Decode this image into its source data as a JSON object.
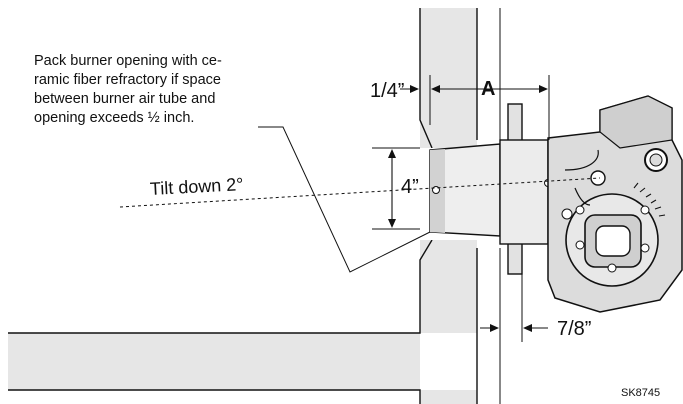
{
  "annotation": {
    "note": "Pack burner opening with ce-\nramic fiber refractory if space\nbetween burner air tube and\nopening exceeds ½ inch."
  },
  "dimensions": {
    "gap_quarter": "1/4”",
    "dim_a": "A",
    "opening": "4”",
    "flange_gap": "7/8”"
  },
  "tilt_label": "Tilt down 2°",
  "drawing_id": "SK8745",
  "colors": {
    "wall": "#e6e6e6",
    "stroke": "#111111",
    "burner": "#dcdcdc"
  }
}
